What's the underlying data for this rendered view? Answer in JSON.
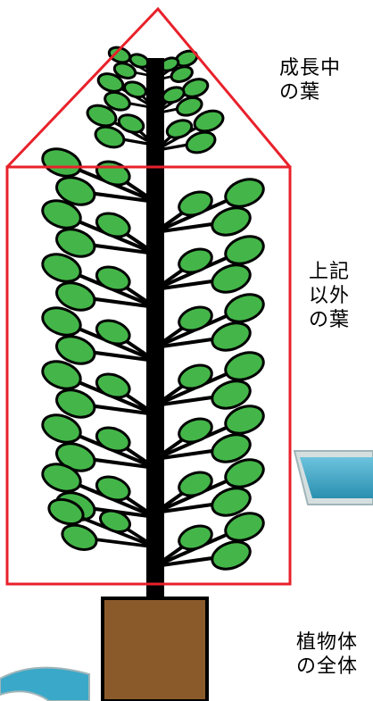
{
  "labels": {
    "growing": "成長中\nの葉",
    "other": "上記\n以外\nの葉",
    "whole": "植物体\nの全体"
  },
  "colors": {
    "leaf_fill": "#44b649",
    "leaf_stroke": "#000000",
    "stem": "#000000",
    "pot": "#8b5a2b",
    "frame": "#e8212b",
    "arrow_fill": "#3aa8c9",
    "arrow_border": "#9fb5b8"
  },
  "icons": {
    "arrow": "right-arrow-icon"
  }
}
